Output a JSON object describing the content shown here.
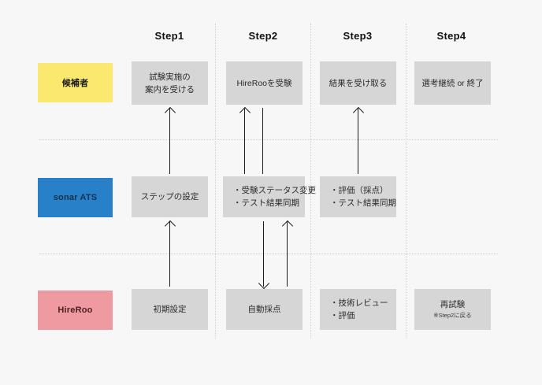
{
  "diagram": {
    "title": "HireRoo / sonar ATS process flow",
    "background_color": "#f7f7f7",
    "box_color": "#d6d6d6"
  },
  "columns": [
    {
      "id": "step1",
      "label": "Step1"
    },
    {
      "id": "step2",
      "label": "Step2"
    },
    {
      "id": "step3",
      "label": "Step3"
    },
    {
      "id": "step4",
      "label": "Step4"
    }
  ],
  "lanes": [
    {
      "id": "candidate",
      "label": "候補者",
      "color": "#fbe96f"
    },
    {
      "id": "ats",
      "label": "sonar ATS",
      "color": "#2880c9"
    },
    {
      "id": "hireroo",
      "label": "HireRoo",
      "color": "#ef9aa0"
    }
  ],
  "cells": {
    "candidate_step1_line1": "試験実施の",
    "candidate_step1_line2": "案内を受ける",
    "candidate_step2": "HireRooを受験",
    "candidate_step3": "結果を受け取る",
    "candidate_step4": "選考継続 or 終了",
    "ats_step1": "ステップの設定",
    "ats_step2_line1": "・受験ステータス変更",
    "ats_step2_line2": "・テスト結果同期",
    "ats_step3_line1": "・評価（採点）",
    "ats_step3_line2": "・テスト結果同期",
    "hireroo_step1": "初期設定",
    "hireroo_step2": "自動採点",
    "hireroo_step3_line1": "・技術レビュー",
    "hireroo_step3_line2": "・評価",
    "hireroo_step4_title": "再試験",
    "hireroo_step4_note": "※Step2に戻る"
  }
}
